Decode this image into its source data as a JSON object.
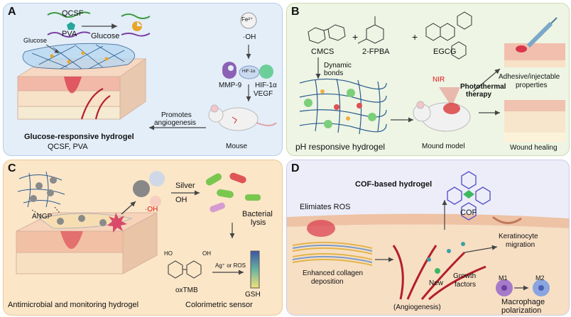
{
  "panels": {
    "a": {
      "label": "A",
      "qcsf": "QCSF",
      "pva": "PVA",
      "glucose_arrow": "Glucose",
      "glucose_tag": "Glucose",
      "fe": "Fe²⁺",
      "oh": "·OH",
      "hif_small": "HIF-1α",
      "mmp9": "MMP-9",
      "hif": "HIF-1α",
      "vegf": "VEGF",
      "promotes_1": "Promotes",
      "promotes_2": "angiogenesis",
      "title": "Glucose-responsive hydrogel",
      "subtitle": "QCSF, PVA",
      "mouse": "Mouse"
    },
    "b": {
      "label": "B",
      "cmcs": "CMCS",
      "fpba": "2-FPBA",
      "egcg": "EGCG",
      "plus1": "+",
      "plus2": "+",
      "dynamic_1": "Dynamic",
      "dynamic_2": "bonds",
      "nir": "NIR",
      "photo_1": "Photothermal",
      "photo_2": "therapy",
      "adhesive_1": "Adhesive/injectable",
      "adhesive_2": "properties",
      "ph": "pH responsive hydrogel",
      "mound": "Mound model",
      "healing": "Wound healing"
    },
    "c": {
      "label": "C",
      "angp": "ANGP",
      "oh": "·OH",
      "silver": "Silver",
      "oh2": "OH",
      "bacterial_1": "Bacterial",
      "bacterial_2": "lysis",
      "ho1": "HO",
      "ho2": "OH",
      "reagent": "Ag⁺ or ROS",
      "oxtmb": "oxTMB",
      "gsh": "GSH",
      "title": "Antimicrobial and monitoring hydrogel",
      "sensor": "Colorimetric sensor"
    },
    "d": {
      "label": "D",
      "title": "COF-based hydrogel",
      "ros": "Elimiates ROS",
      "cof": "COF",
      "kera_1": "Keratinocyte",
      "kera_2": "migration",
      "collagen_1": "Enhanced collagen",
      "collagen_2": "deposition",
      "new": "New",
      "growth_1": "Growth",
      "growth_2": "factors",
      "angio": "(Angiogenesis)",
      "m1": "M1",
      "m2": "M2",
      "macro_1": "Macrophage",
      "macro_2": "polarization"
    }
  }
}
